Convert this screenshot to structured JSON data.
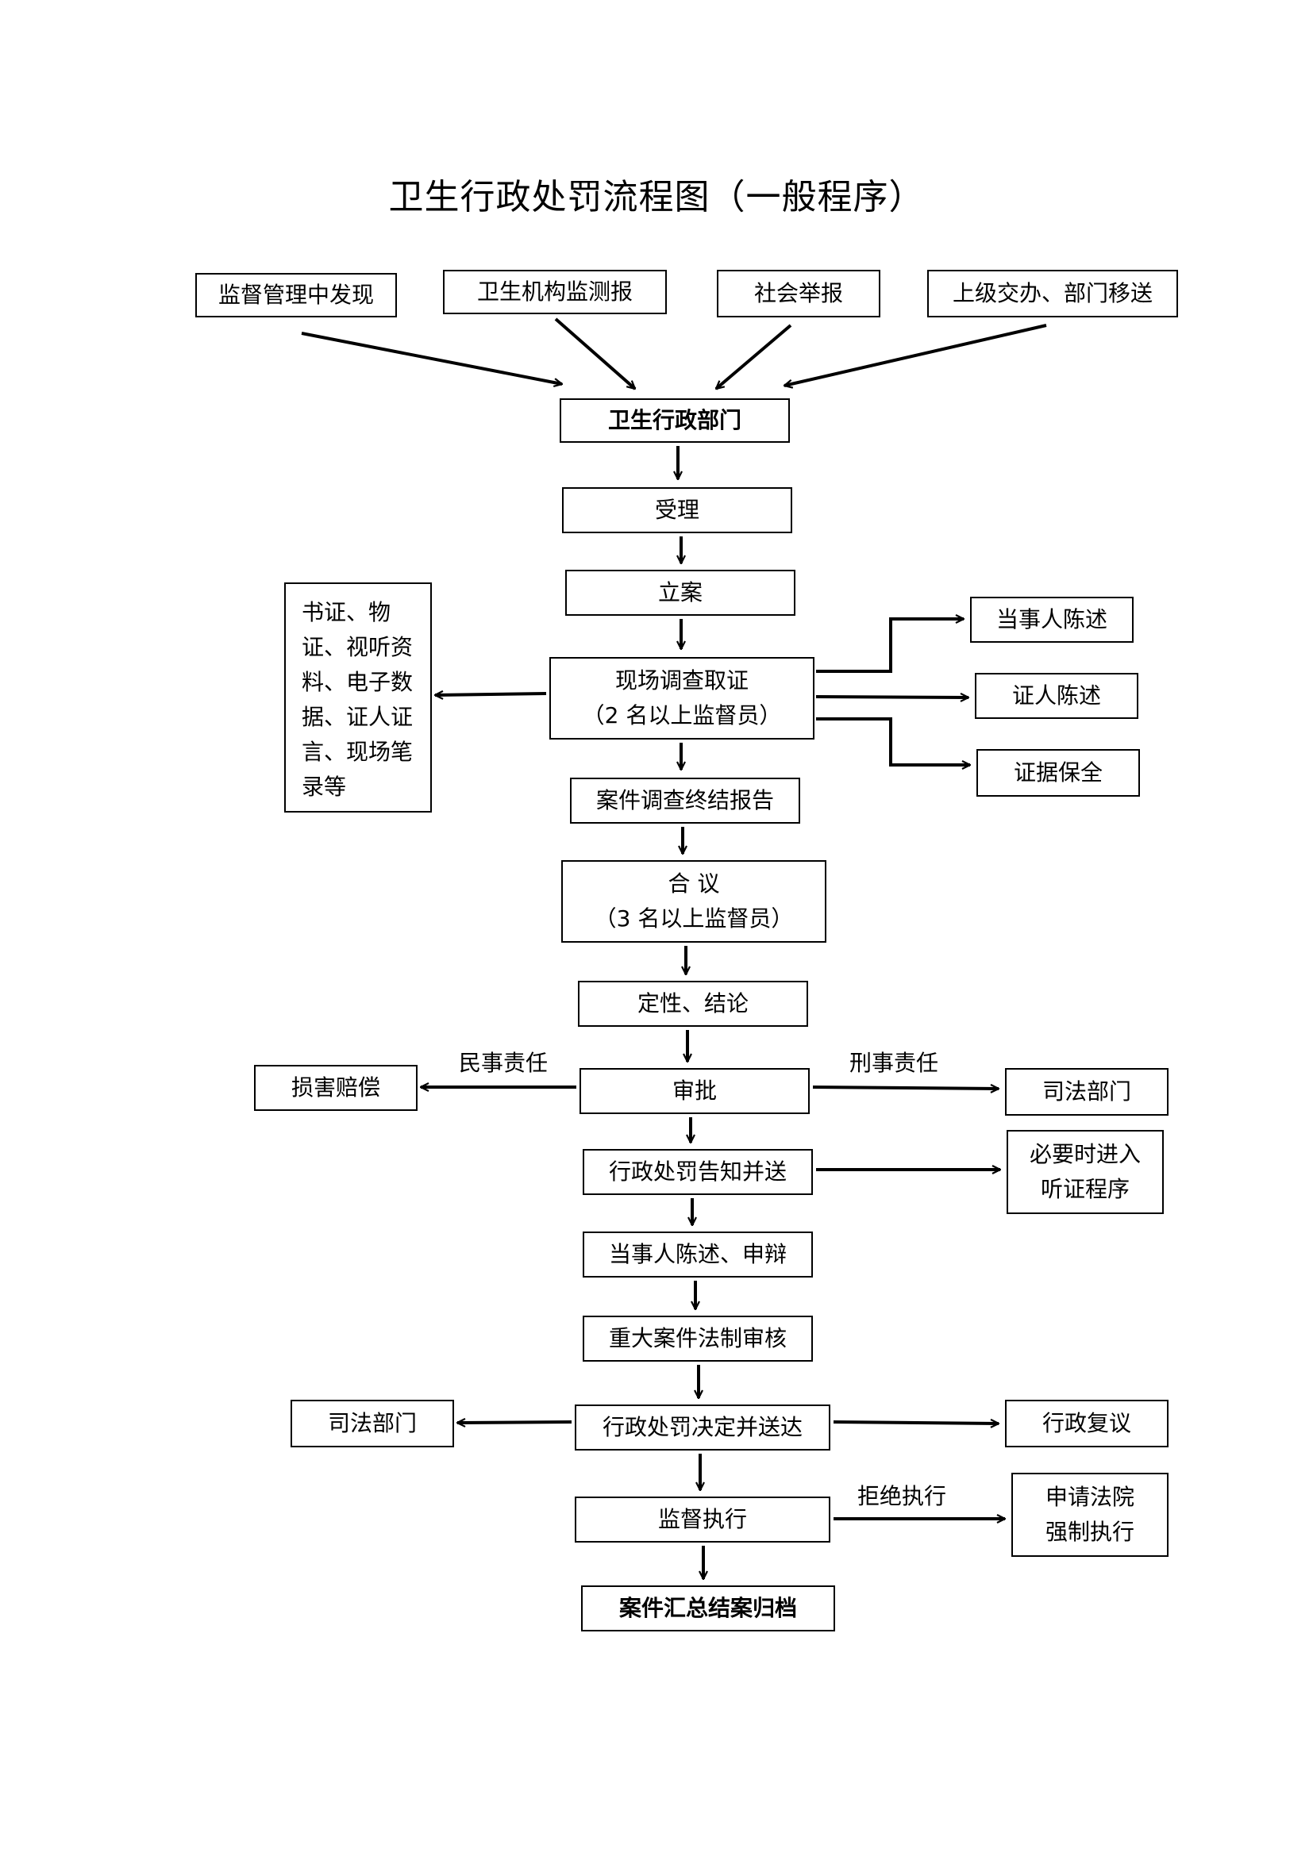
{
  "title": "卫生行政处罚流程图（一般程序）",
  "sources": {
    "s1": "监督管理中发现",
    "s2": "卫生机构监测报",
    "s3": "社会举报",
    "s4": "上级交办、部门移送"
  },
  "steps": {
    "dept": "卫生行政部门",
    "accept": "受理",
    "file": "立案",
    "investigate_l1": "现场调查取证",
    "investigate_l2": "（2  名以上监督员）",
    "report": "案件调查终结报告",
    "meeting_l1": "合  议",
    "meeting_l2": "（3  名以上监督员）",
    "conclusion": "定性、结论",
    "approve": "审批",
    "notify": "行政处罚告知并送",
    "statement": "当事人陈述、申辩",
    "review": "重大案件法制审核",
    "decision": "行政处罚决定并送达",
    "supervise": "监督执行",
    "archive": "案件汇总结案归档"
  },
  "side": {
    "evidence_lines": [
      "书证、物",
      "证、视听资",
      "料、电子数",
      "据、证人证",
      "言、现场笔",
      "录等"
    ],
    "party_statement": "当事人陈述",
    "witness_statement": "证人陈述",
    "evidence_preserve": "证据保全",
    "damages": "损害赔偿",
    "judicial_1": "司法部门",
    "hearing_l1": "必要时进入",
    "hearing_l2": "听证程序",
    "judicial_2": "司法部门",
    "admin_review": "行政复议",
    "court_l1": "申请法院",
    "court_l2": "强制执行"
  },
  "labels": {
    "civil": "民事责任",
    "criminal": "刑事责任",
    "refuse": "拒绝执行"
  }
}
